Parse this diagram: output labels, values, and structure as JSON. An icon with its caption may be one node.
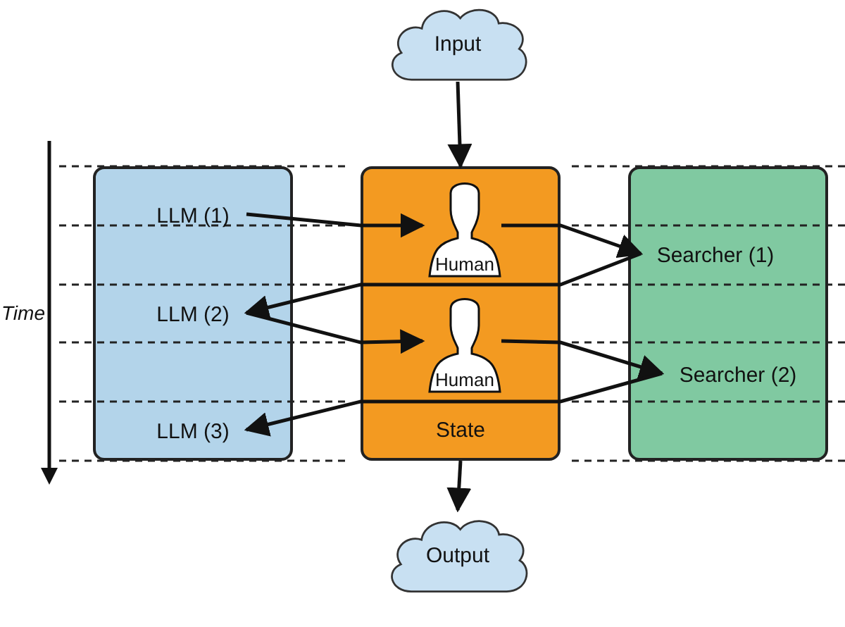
{
  "diagram": {
    "nodes": [
      {
        "text": [
          "Input"
        ]
      },
      {
        "text": [],
        "shape": "box"
      },
      {
        "text": [
          "LLM (1)"
        ],
        "in": 1
      },
      {
        "text": [
          "LLM (2)"
        ],
        "in": 1
      },
      {
        "text": [
          "LLM (3)"
        ],
        "in": 1
      },
      {
        "text": [
          "State"
        ]
      },
      {
        "text": [
          "Human"
        ],
        "in": 5
      },
      {
        "text": [
          "Human"
        ],
        "in": 5
      },
      {
        "text": [],
        "shape": "box"
      },
      {
        "text": [
          "Searcher (1)"
        ],
        "in": 8
      },
      {
        "text": [
          "Searcher (2)"
        ],
        "in": 8
      },
      {
        "text": [
          "Output"
        ]
      }
    ],
    "edges": [
      {
        "from": 0,
        "to": 5,
        "arrow": "to"
      },
      {
        "from": 5,
        "to": 11,
        "arrow": "to"
      },
      {
        "from": 2,
        "to": 6,
        "arrow": "to"
      },
      {
        "from": 6,
        "to": 9,
        "arrow": "to"
      },
      {
        "from": 9,
        "to": 3,
        "arrow": "to"
      },
      {
        "from": 3,
        "to": 7,
        "arrow": "to"
      },
      {
        "from": 7,
        "to": 10,
        "arrow": "to"
      },
      {
        "from": 10,
        "to": 4,
        "arrow": "to"
      }
    ],
    "labels": [
      "Time"
    ]
  }
}
